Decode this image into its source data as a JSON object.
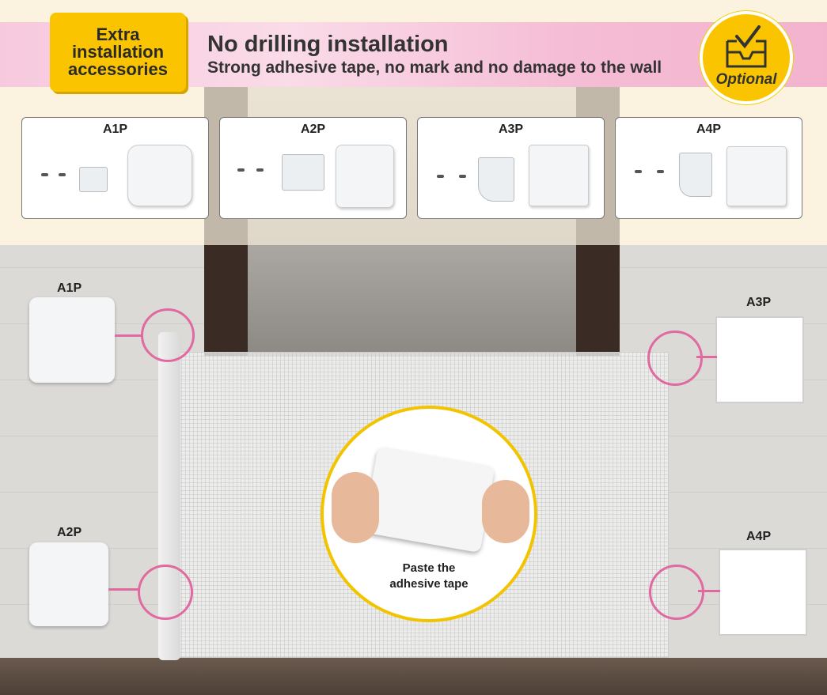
{
  "badge": {
    "text": "Extra\ninstallation\naccessories"
  },
  "header": {
    "title": "No drilling installation",
    "subtitle": "Strong adhesive tape, no mark and no damage to the wall"
  },
  "optional": {
    "label": "Optional",
    "icon": "check-box-icon"
  },
  "cards": [
    {
      "title": "A1P"
    },
    {
      "title": "A2P"
    },
    {
      "title": "A3P"
    },
    {
      "title": "A4P"
    }
  ],
  "side": {
    "a1p": "A1P",
    "a2p": "A2P",
    "a3p": "A3P",
    "a4p": "A4P"
  },
  "center": {
    "caption": "Paste the\nadhesive tape"
  },
  "colors": {
    "accent": "#fbc400",
    "pink": "#e06a9f",
    "banner": "#f7c9de"
  }
}
